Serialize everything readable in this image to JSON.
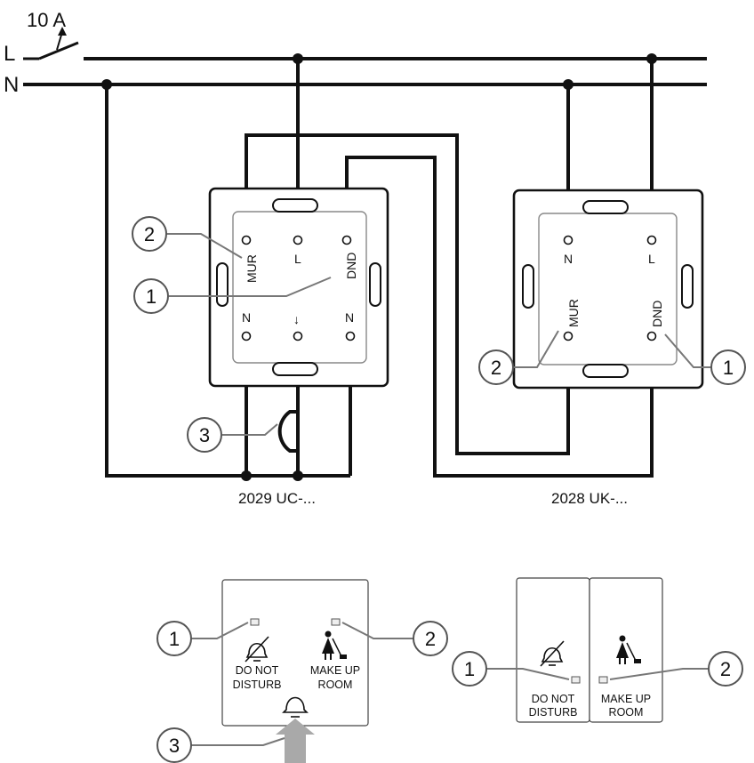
{
  "supply": {
    "fuse_label": "10 A",
    "line_label": "L",
    "neutral_label": "N"
  },
  "device_2029": {
    "caption": "2029 UC-...",
    "terminals": {
      "mur": "MUR",
      "l": "L",
      "dnd": "DND",
      "n_left": "N",
      "bell": "↓",
      "n_right": "N"
    }
  },
  "device_2028": {
    "caption": "2028 UK-...",
    "terminals": {
      "n": "N",
      "l": "L",
      "mur": "MUR",
      "dnd": "DND"
    }
  },
  "callouts": {
    "one": "1",
    "two": "2",
    "three": "3"
  },
  "panel_left": {
    "dnd_line1": "DO NOT",
    "dnd_line2": "DISTURB",
    "mur_line1": "MAKE UP",
    "mur_line2": "ROOM"
  },
  "panel_right": {
    "dnd_line1": "DO NOT",
    "dnd_line2": "DISTURB",
    "mur_line1": "MAKE UP",
    "mur_line2": "ROOM"
  },
  "icons": [
    "switch-icon",
    "do-not-disturb-icon",
    "make-up-room-icon",
    "bell-icon",
    "press-arrow-icon"
  ]
}
